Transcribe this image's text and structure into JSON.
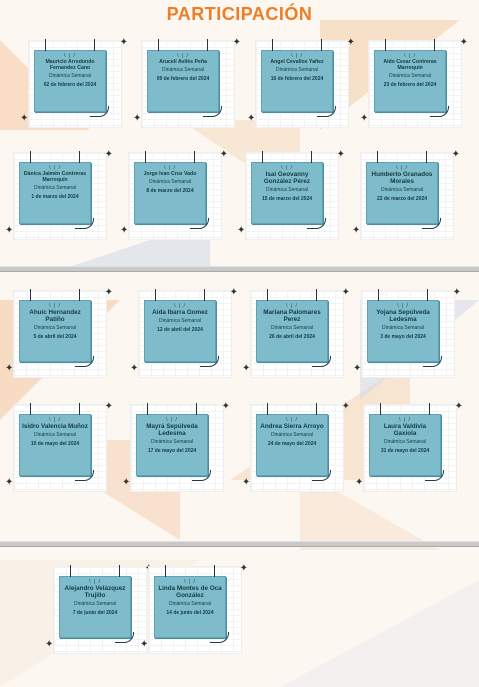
{
  "title": "PARTICIPACIÓN",
  "cards": [
    {
      "name": "Mauricio Arredondo Fernandez Cano",
      "activity": "Dinámica Semanal",
      "date": "02 de febrero del 2024",
      "big": false
    },
    {
      "name": "Arucelí Avilés Peña",
      "activity": "Dinámica Semanal",
      "date": "09 de febrero del 2024",
      "big": false
    },
    {
      "name": "Angel Cevallos Yañez",
      "activity": "Dinámica Semanal",
      "date": "16 de febrero del 2024",
      "big": false
    },
    {
      "name": "Aldo Cesar Contreras Marroquín",
      "activity": "Dinámica Semanal",
      "date": "23 de febrero del 2024",
      "big": false
    },
    {
      "name": "Dánica Jaimén Contreras Marroquín",
      "activity": "Dinámica Semanal",
      "date": "1 de marzo del 2024",
      "big": false
    },
    {
      "name": "Jorge Ivan Cruz Vado",
      "activity": "Dinámica Semanal",
      "date": "8 de marzo del 2024",
      "big": false
    },
    {
      "name": "Isai Geovanny González Pérez",
      "activity": "Dinámica Semanal",
      "date": "15 de marzo del 2024",
      "big": true
    },
    {
      "name": "Humberto Granados Morales",
      "activity": "Dinámica Semanal",
      "date": "22 de marzo del 2024",
      "big": true
    },
    {
      "name": "Ahuic Hernandez Patiño",
      "activity": "Dinámica Semanal",
      "date": "5 de abril del 2024",
      "big": true
    },
    {
      "name": "Aida Ibarra Gomez",
      "activity": "Dinámica Semanal",
      "date": "12 de abril del 2024",
      "big": true
    },
    {
      "name": "Mariana Palomares Perez",
      "activity": "Dinámica Semanal",
      "date": "26 de abril del 2024",
      "big": true
    },
    {
      "name": "Yojana Sepúlveda Ledesma",
      "activity": "Dinámica Semanal",
      "date": "3 de mayo del 2024",
      "big": true
    },
    {
      "name": "Isidro Valencia Muñoz",
      "activity": "Dinámica Semanal",
      "date": "10 de mayo del 2024",
      "big": true
    },
    {
      "name": "Mayrá Sepúlveda Ledesma",
      "activity": "Dinámica Semanal",
      "date": "17 de mayo del 2024",
      "big": true
    },
    {
      "name": "Andrea Sierra Arroyo",
      "activity": "Dinámica Semanal",
      "date": "24 de mayo del 2024",
      "big": true
    },
    {
      "name": "Laura Valdivia Gaxiola",
      "activity": "Dinámica Semanal",
      "date": "31 de mayo del 2024",
      "big": true
    },
    {
      "name": "Alejandro Velázquez Trujillo",
      "activity": "Dinámica Semanal",
      "date": "7 de junio del 2024",
      "big": true
    },
    {
      "name": "Linda Montes de Oca González",
      "activity": "Dinámica Semanal",
      "date": "14 de junio del 2024",
      "big": true
    }
  ],
  "icons": {
    "sparkle": "sparkle-icon",
    "rays": "rays-icon",
    "curl": "curl-icon"
  },
  "colors": {
    "title": "#ee7d24",
    "note": "#7fbccb"
  }
}
